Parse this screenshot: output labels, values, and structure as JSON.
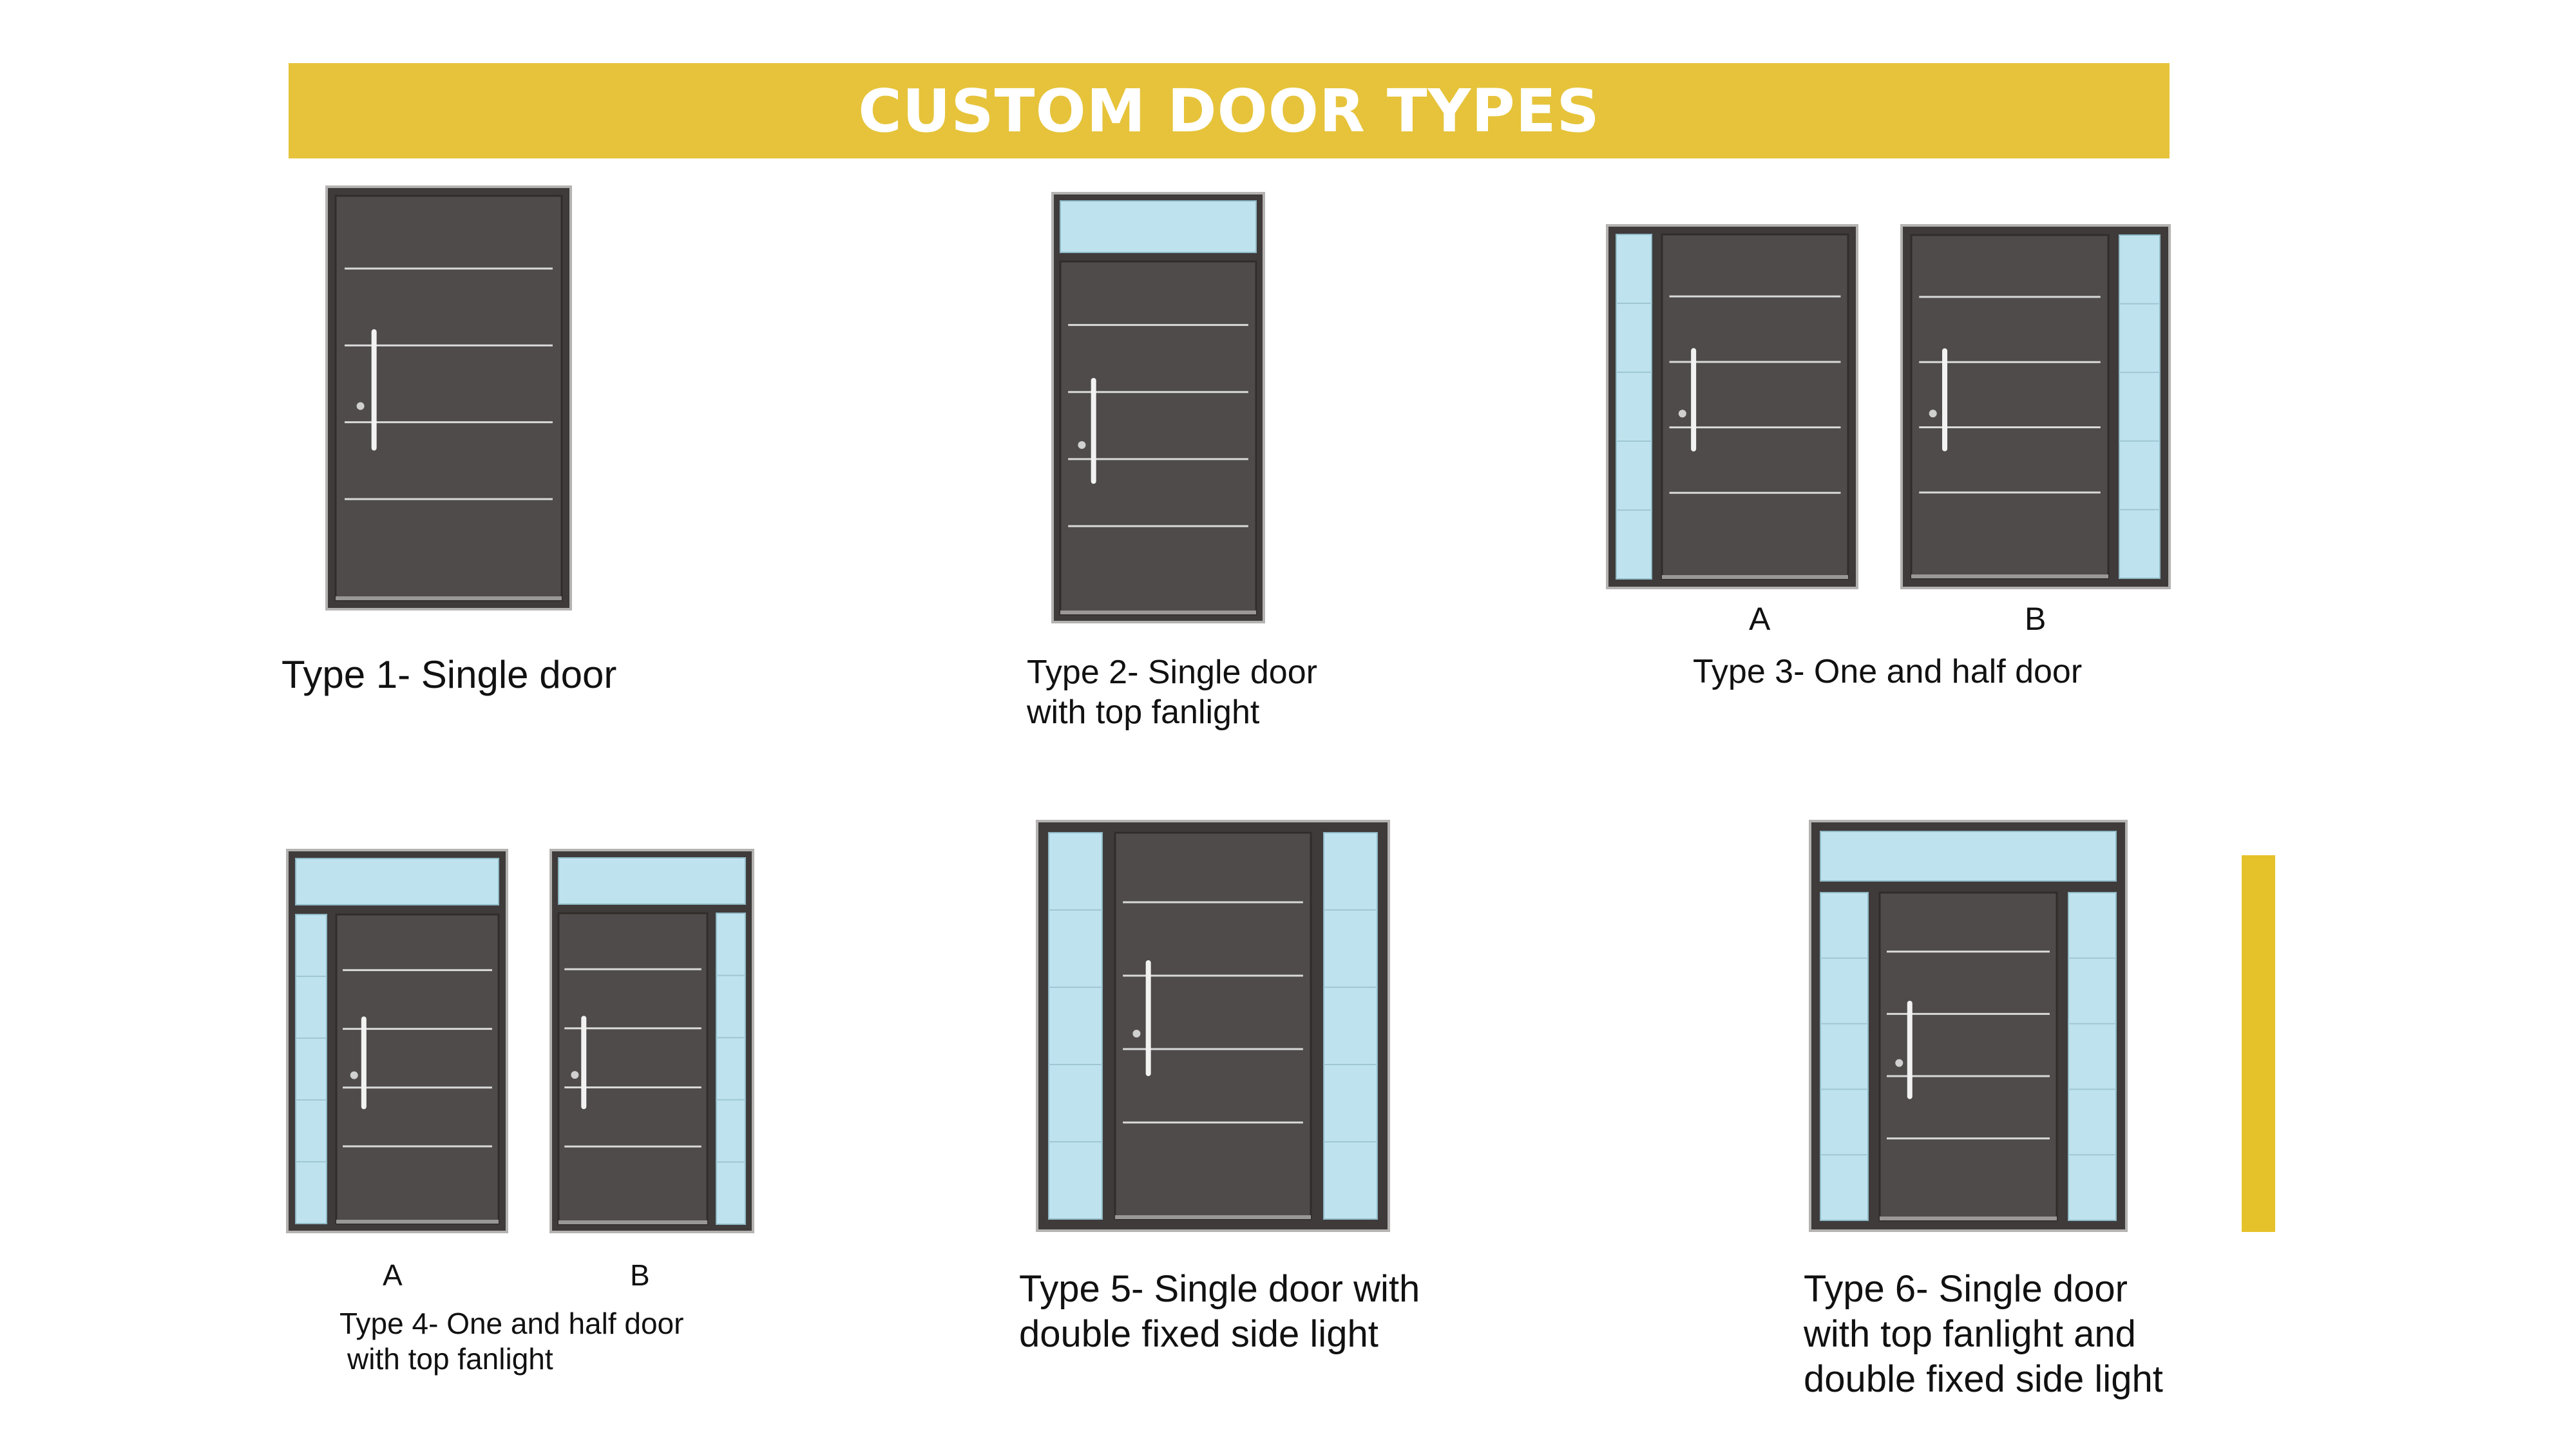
{
  "header": {
    "title": "CUSTOM DOOR TYPES"
  },
  "colors": {
    "banner": "#e6c33a",
    "accent_bar": "#e6c22a",
    "door_panel": "#4f4b4a",
    "door_frame": "#3f3b3a",
    "glass": "#bfe3ee",
    "handle": "#f2f2f2"
  },
  "types": [
    {
      "name": "Type 1- Single door"
    },
    {
      "line1": "Type 2- Single door",
      "line2": "with top fanlight"
    },
    {
      "name": "Type 3- One and half door",
      "variant_a": "A",
      "variant_b": "B"
    },
    {
      "line1": "Type 4- One and half door",
      "line2": "with top fanlight",
      "variant_a": "A",
      "variant_b": "B"
    },
    {
      "line1": "Type 5- Single door with",
      "line2": "double fixed side light"
    },
    {
      "line1": "Type 6- Single door",
      "line2": "with top fanlight and",
      "line3": "double fixed side light"
    }
  ]
}
